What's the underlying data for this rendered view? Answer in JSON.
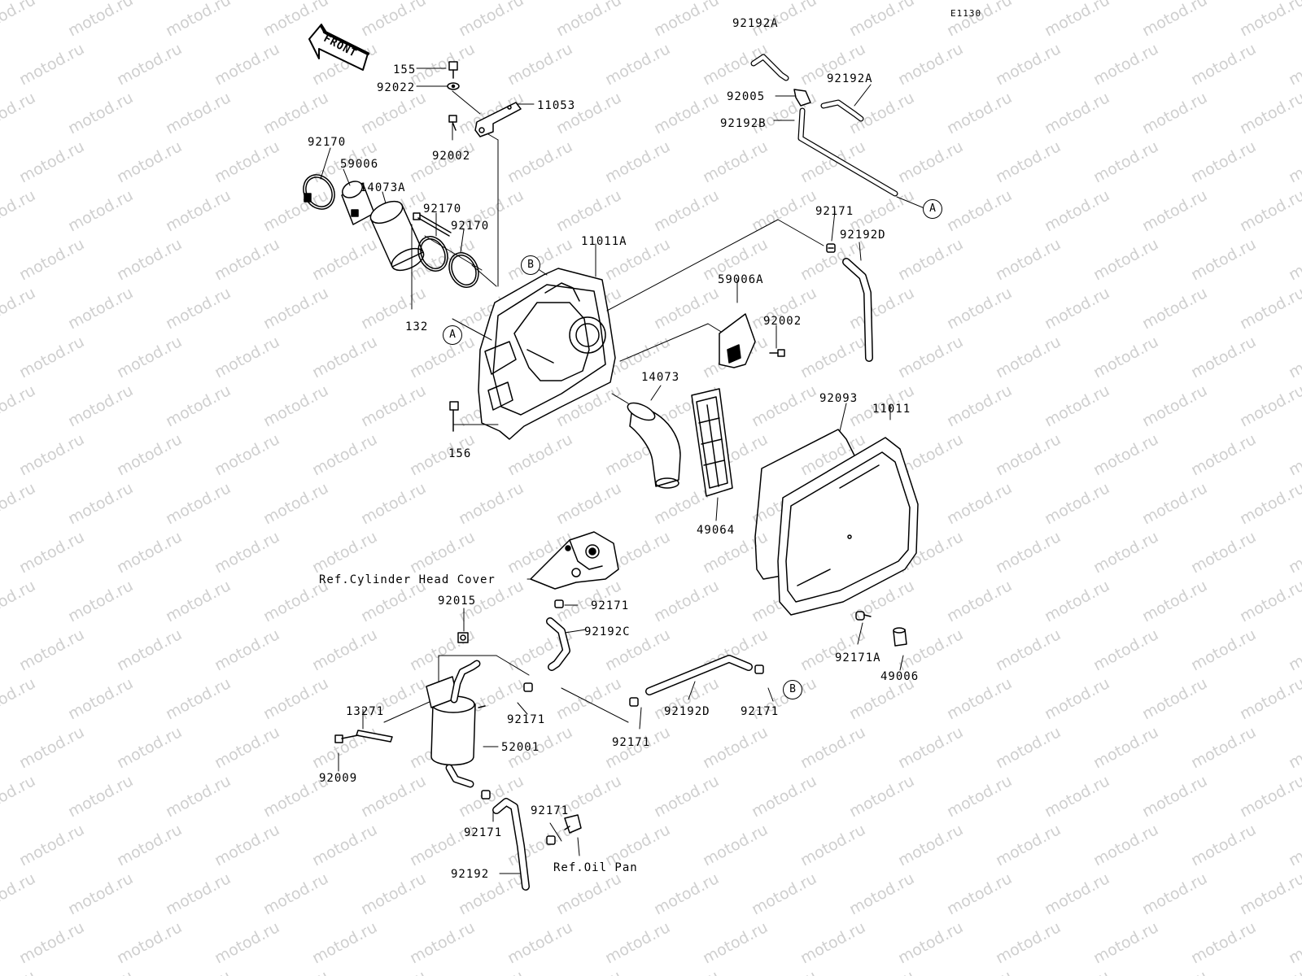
{
  "diagram_code": "E1130",
  "watermark_text": "motod.ru",
  "front_label": "FRONT",
  "callouts": {
    "A": "A",
    "B": "B"
  },
  "labels": {
    "p155": "155",
    "p92022": "92022",
    "p11053": "11053",
    "p92002_top": "92002",
    "p92170_a": "92170",
    "p59006": "59006",
    "p14073A": "14073A",
    "p92170_b": "92170",
    "p92170_c": "92170",
    "p11011A": "11011A",
    "p132": "132",
    "p156": "156",
    "p92192A_top": "92192A",
    "p92192A_right": "92192A",
    "p92005": "92005",
    "p92192B": "92192B",
    "p92171_top": "92171",
    "p92192D_top": "92192D",
    "p59006A": "59006A",
    "p92002_mid": "92002",
    "p14073": "14073",
    "p92093": "92093",
    "p11011": "11011",
    "p49064": "49064",
    "ref_cyl_head": "Ref.Cylinder Head Cover",
    "p92171_c": "92171",
    "p92192C": "92192C",
    "p92015": "92015",
    "p13271": "13271",
    "p92171_d": "92171",
    "p52001": "52001",
    "p92009": "92009",
    "p92171_e": "92171",
    "p92192D_bot": "92192D",
    "p92171_f": "92171",
    "p92171A": "92171A",
    "p49006": "49006",
    "p92171_g": "92171",
    "p92171_h": "92171",
    "p92192": "92192",
    "ref_oil_pan": "Ref.Oil Pan"
  }
}
